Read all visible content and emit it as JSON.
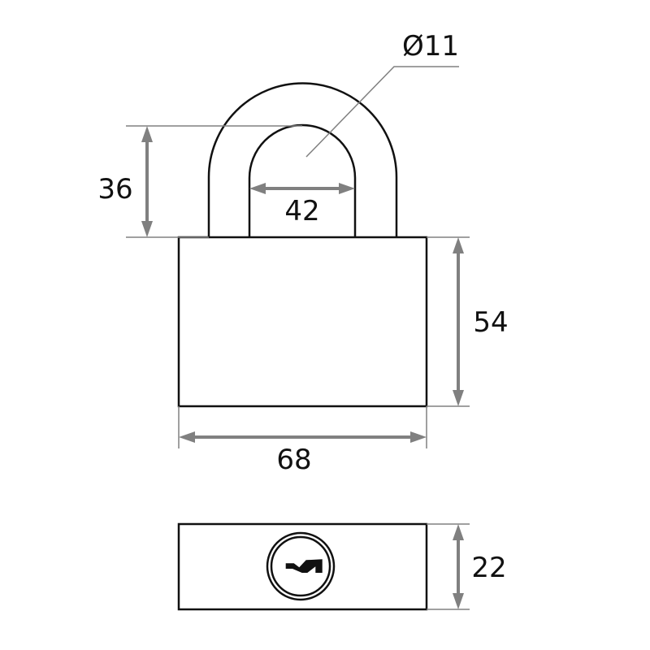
{
  "title": "Padlock dimension drawing",
  "dimensions": {
    "shackle_diameter": "Ø11",
    "shackle_clearance_height": "36",
    "shackle_inner_width": "42",
    "body_height": "54",
    "body_width": "68",
    "body_thickness": "22"
  },
  "colors": {
    "outline": "#111111",
    "dimension": "#808080"
  }
}
